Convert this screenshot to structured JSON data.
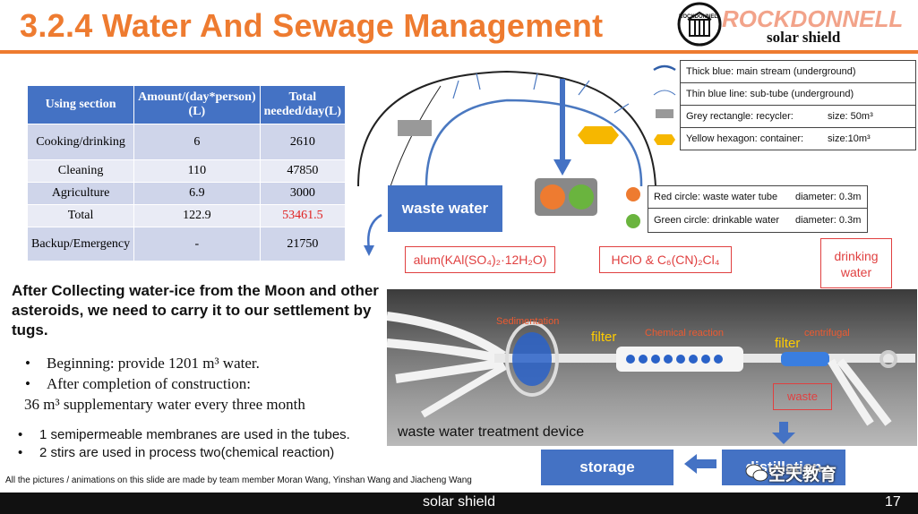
{
  "header": {
    "title": "3.2.4 Water And Sewage Management",
    "logo_word": "ROCKDONNELL",
    "logo_sub": "solar shield",
    "logo_badge": "ROCKDONNELL"
  },
  "table": {
    "headers": [
      "Using section",
      "Amount/(day*person)(L)",
      "Total needed/day(L)"
    ],
    "rows": [
      [
        "Cooking/drinking",
        "6",
        "2610"
      ],
      [
        "Cleaning",
        "110",
        "47850"
      ],
      [
        "Agriculture",
        "6.9",
        "3000"
      ],
      [
        "Total",
        "122.9",
        "53461.5"
      ],
      [
        "Backup/Emergency",
        "-",
        "21750"
      ]
    ]
  },
  "intro": "After Collecting water-ice from the Moon and other asteroids,  we need to carry it to our settlement by tugs.",
  "bullets": [
    "Beginning: provide 1201 m³ water.",
    "After completion of construction:"
  ],
  "bullet_continuation": "36 m³ supplementary water every three month",
  "notes": [
    "1 semipermeable membranes are used in the tubes.",
    "2 stirs are used  in process two(chemical reaction)"
  ],
  "credit": "All the pictures / animations on this slide are made by team member Moran Wang, Yinshan Wang and Jiacheng Wang",
  "legend_top": [
    {
      "label": "Thick blue: main stream (underground)",
      "size": ""
    },
    {
      "label": "Thin blue line: sub-tube (underground)",
      "size": ""
    },
    {
      "label": "Grey rectangle: recycler:",
      "size": "size: 50m³"
    },
    {
      "label": "Yellow hexagon: container:",
      "size": "size:10m³"
    }
  ],
  "legend_circles": [
    {
      "label": "Red circle: waste water tube",
      "size": "diameter: 0.3m"
    },
    {
      "label": "Green circle: drinkable water",
      "size": "diameter: 0.3m"
    }
  ],
  "diagram": {
    "waste_water": "waste water",
    "alum": "alum(KAl(SO₄)₂·12H₂O)",
    "hclo": "HClO & C₆(CN)₂Cl₄",
    "drinking_line1": "drinking",
    "drinking_line2": "water",
    "storage": "storage",
    "distillation": "distillation"
  },
  "device": {
    "title": "waste water treatment device",
    "sedimentation": "Sedimentation",
    "filter1": "filter",
    "chemical": "Chemical reaction",
    "filter2": "filter",
    "centrifugal": "centrifugal",
    "waste": "waste"
  },
  "colors": {
    "accent": "#ee7b30",
    "blue": "#4472c4",
    "red_text": "#e02020",
    "tube_red": "#ee7b30",
    "tube_green": "#6ab43e",
    "hexagon": "#f6b700"
  },
  "footer": {
    "text": "solar shield",
    "page": "17"
  },
  "watermark": "空天教育"
}
